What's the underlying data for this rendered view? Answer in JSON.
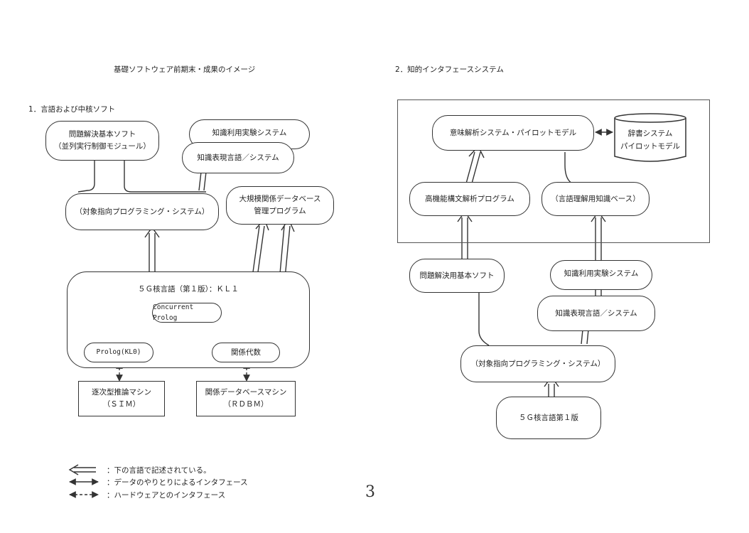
{
  "page_title": "基礎ソフトウェア前期末・成果のイメージ",
  "section1_title": "1．言語および中核ソフト",
  "section2_title": "2．知的インタフェースシステム",
  "s1": {
    "problem_solving_line1": "問題解決基本ソフト",
    "problem_solving_line2": "（並列実行制御モジュール）",
    "knowledge_use": "知識利用実験システム",
    "knowledge_repr": "知識表現言語／システム",
    "oop_system": "（対象指向プログラミング・システム）",
    "rdb_line1": "大規模関係データベース",
    "rdb_line2": "管理プログラム",
    "kernel_title": "５Ｇ核言語（第１版）：ＫＬ１",
    "concurrent_prolog": "Concurrent Prolog",
    "prolog_klo": "Prolog(KL0)",
    "relational_algebra": "関係代数",
    "sim_line1": "逐次型推論マシン",
    "sim_line2": "（ＳＩＭ）",
    "rdbm_line1": "関係データベースマシン",
    "rdbm_line2": "（ＲＤＢＭ）"
  },
  "s2": {
    "semantic_analysis": "意味解析システム・パイロットモデル",
    "dictionary_line1": "辞書システム",
    "dictionary_line2": "パイロットモデル",
    "parser": "高機能構文解析プログラム",
    "language_kb": "（言語理解用知識ベース）",
    "problem_solving": "問題解決用基本ソフト",
    "knowledge_use": "知識利用実験システム",
    "knowledge_repr": "知識表現言語／システム",
    "oop_system": "（対象指向プログラミング・システム）",
    "kernel": "５Ｇ核言語第１版"
  },
  "legend": {
    "item1": "：下の言語で記述されている。",
    "item2": "：データのやりとりによるインタフェース",
    "item3": "：ハードウェアとのインタフェース"
  },
  "page_number": "3"
}
